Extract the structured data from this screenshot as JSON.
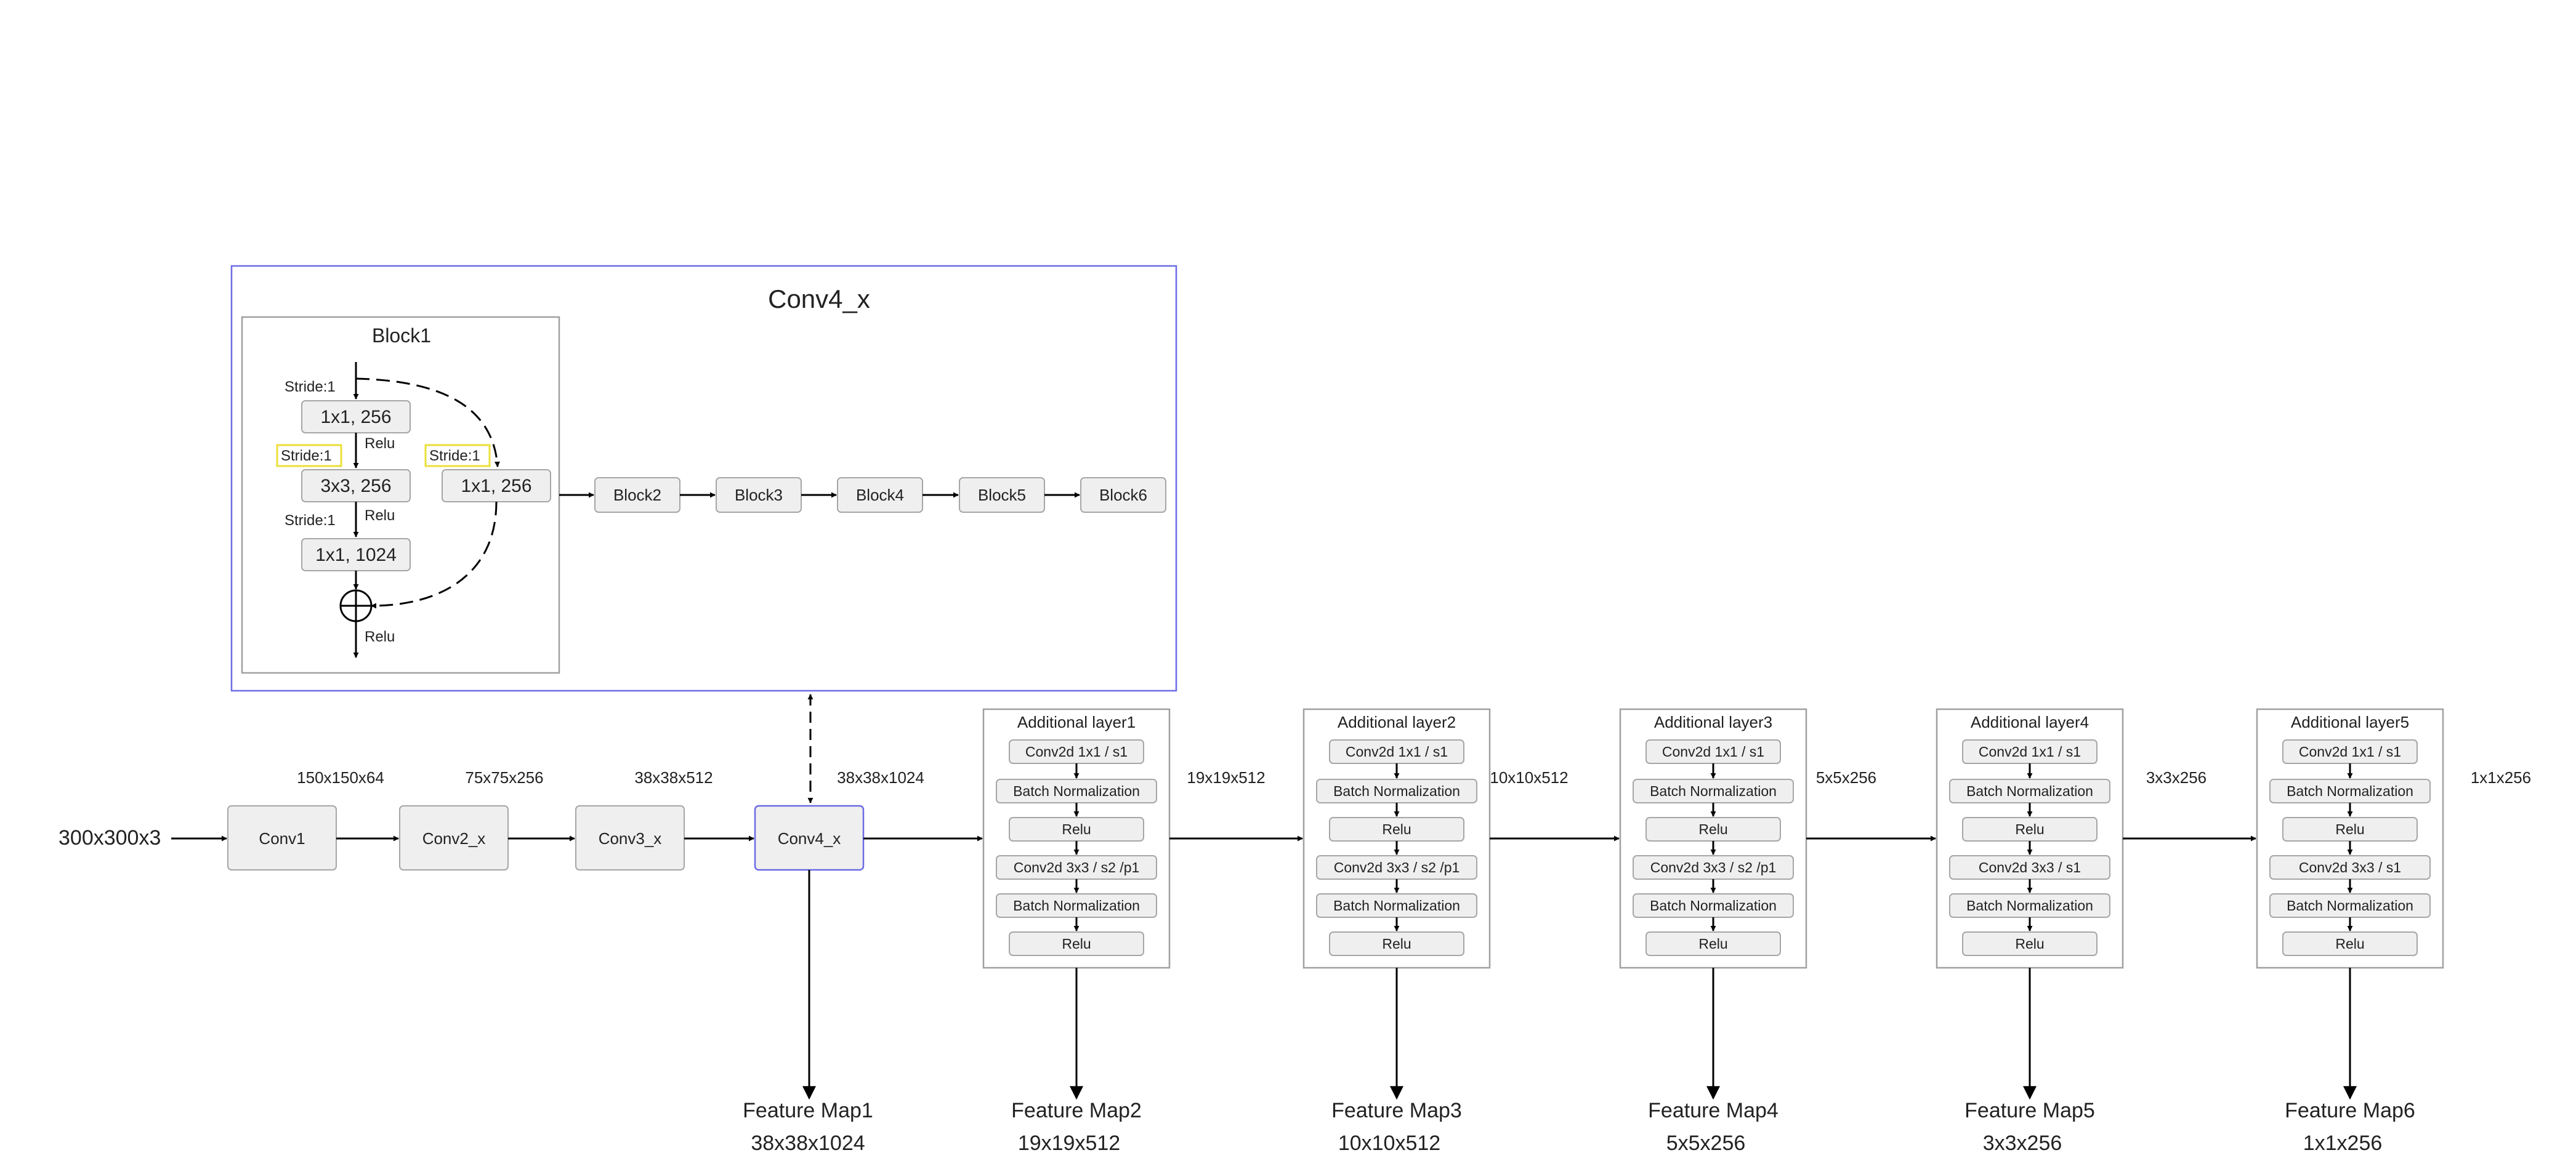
{
  "conv4_detail": {
    "title": "Conv4_x",
    "block1": {
      "title": "Block1",
      "main_path": [
        {
          "label": "1x1, 256",
          "stride_label": "Stride:1"
        },
        {
          "label": "3x3, 256",
          "stride_label": "Stride:1"
        },
        {
          "label": "1x1, 1024",
          "stride_label": "Stride:1"
        }
      ],
      "relu_labels": [
        "Relu",
        "Relu",
        "Relu"
      ],
      "shortcut": {
        "label": "1x1, 256",
        "stride_label": "Stride:1"
      }
    },
    "blocks": [
      "Block2",
      "Block3",
      "Block4",
      "Block5",
      "Block6"
    ]
  },
  "pipeline": {
    "input_label": "300x300x3",
    "backbone": [
      {
        "label": "Conv1",
        "output_dim": "150x150x64"
      },
      {
        "label": "Conv2_x",
        "output_dim": "75x75x256"
      },
      {
        "label": "Conv3_x",
        "output_dim": "38x38x512"
      },
      {
        "label": "Conv4_x",
        "output_dim": "38x38x1024"
      }
    ],
    "additional_layers": [
      {
        "title": "Additional layer1",
        "ops": [
          "Conv2d 1x1 / s1",
          "Batch Normalization",
          "Relu",
          "Conv2d 3x3 / s2 /p1",
          "Batch Normalization",
          "Relu"
        ],
        "output_dim": "19x19x512"
      },
      {
        "title": "Additional layer2",
        "ops": [
          "Conv2d 1x1 / s1",
          "Batch Normalization",
          "Relu",
          "Conv2d 3x3 / s2 /p1",
          "Batch Normalization",
          "Relu"
        ],
        "output_dim": "10x10x512"
      },
      {
        "title": "Additional layer3",
        "ops": [
          "Conv2d 1x1 / s1",
          "Batch Normalization",
          "Relu",
          "Conv2d 3x3 / s2 /p1",
          "Batch Normalization",
          "Relu"
        ],
        "output_dim": "5x5x256"
      },
      {
        "title": "Additional layer4",
        "ops": [
          "Conv2d 1x1 / s1",
          "Batch Normalization",
          "Relu",
          "Conv2d 3x3 / s1",
          "Batch Normalization",
          "Relu"
        ],
        "output_dim": "3x3x256"
      },
      {
        "title": "Additional layer5",
        "ops": [
          "Conv2d 1x1 / s1",
          "Batch Normalization",
          "Relu",
          "Conv2d 3x3 / s1",
          "Batch Normalization",
          "Relu"
        ],
        "output_dim": "1x1x256"
      }
    ],
    "feature_maps": [
      {
        "name": "Feature Map1",
        "dim": "38x38x1024"
      },
      {
        "name": "Feature Map2",
        "dim": "19x19x512"
      },
      {
        "name": "Feature Map3",
        "dim": "10x10x512"
      },
      {
        "name": "Feature Map4",
        "dim": "5x5x256"
      },
      {
        "name": "Feature Map5",
        "dim": "3x3x256"
      },
      {
        "name": "Feature Map6",
        "dim": "1x1x256"
      }
    ]
  },
  "colors": {
    "conv4_highlight": "#6b6be6",
    "stride_highlight": "#ecdf3a",
    "box_fill": "#efefef",
    "box_stroke": "#a6a6a6",
    "frame_stroke": "#a0a0a0",
    "line": "#000000"
  }
}
